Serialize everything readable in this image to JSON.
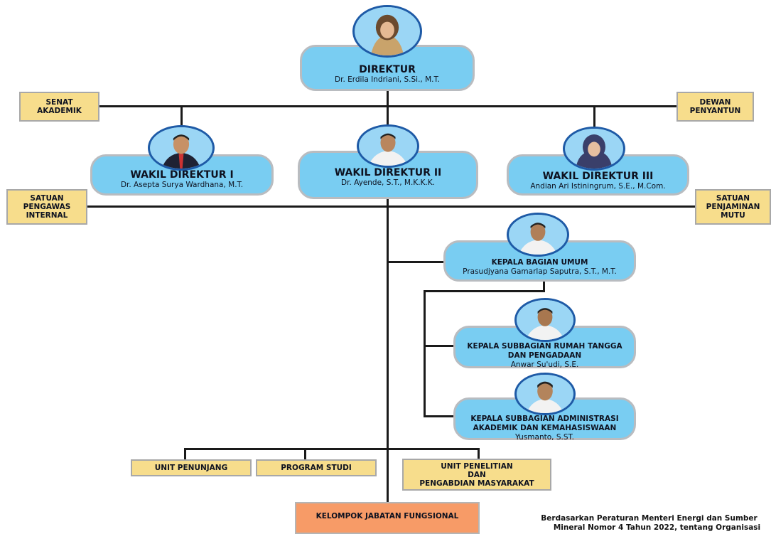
{
  "direktur": {
    "title": "DIREKTUR",
    "name": "Dr. Erdila Indriani, S.Si., M.T."
  },
  "wakil": [
    {
      "title": "WAKIL DIREKTUR I",
      "name": "Dr. Asepta Surya Wardhana, M.T."
    },
    {
      "title": "WAKIL DIREKTUR II",
      "name": "Dr. Ayende, S.T., M.K.K.K."
    },
    {
      "title": "WAKIL DIREKTUR III",
      "name": "Andian Ari Istiningrum, S.E., M.Com."
    }
  ],
  "kabag": {
    "title": "KEPALA BAGIAN UMUM",
    "name": "Prasudjyana Gamarlap Saputra, S.T., M.T."
  },
  "subbag_rt": {
    "title_line1": "KEPALA SUBBAGIAN RUMAH TANGGA",
    "title_line2": "DAN PENGADAAN",
    "name": "Anwar Su'udi, S.E."
  },
  "subbag_adm": {
    "title_line1": "KEPALA SUBBAGIAN ADMINISTRASI",
    "title_line2": "AKADEMIK DAN KEMAHASISWAAN",
    "name": "Yusmanto, S.ST."
  },
  "side_boxes": {
    "senat": [
      "SENAT",
      "AKADEMIK"
    ],
    "dewan": [
      "DEWAN",
      "PENYANTUN"
    ],
    "spi": [
      "SATUAN",
      "PENGAWAS",
      "INTERNAL"
    ],
    "spm": [
      "SATUAN",
      "PENJAMINAN",
      "MUTU"
    ]
  },
  "units": {
    "penunjang": "UNIT PENUNJANG",
    "prodi": "PROGRAM STUDI",
    "p2m": [
      "UNIT PENELITIAN",
      "DAN",
      "PENGABDIAN MASYARAKAT"
    ],
    "jafung": "KELOMPOK JABATAN FUNGSIONAL"
  },
  "caption": {
    "line1": "Berdasarkan Peraturan Menteri Energi dan Sumber",
    "line2": "Mineral Nomor 4 Tahun 2022, tentang Organisasi",
    "clipped": true
  },
  "colors": {
    "person_box": "#79cdf2",
    "side_box": "#f7dd8c",
    "jafung_box": "#f79b67",
    "photo_ring": "#1e5aa6"
  }
}
